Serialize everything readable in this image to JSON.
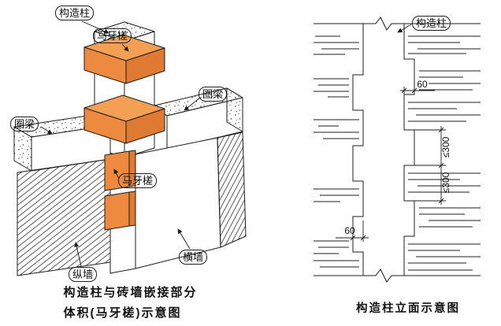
{
  "figures": {
    "left": {
      "labels": {
        "column": "构造柱",
        "toothing_top": "马牙槎",
        "ring_beam_left": "圈梁",
        "ring_beam_right": "圈梁",
        "toothing_mid": "马牙槎",
        "longitudinal_wall": "纵墙",
        "transverse_wall": "横墙"
      },
      "caption_line1": "构造柱与砖墙嵌接部分",
      "caption_line2": "体积(马牙槎)示意图"
    },
    "right": {
      "labels": {
        "column": "构造柱"
      },
      "dimensions": {
        "tooth_depth_top": "60",
        "tooth_depth_bottom": "60",
        "course_height_upper": "≤300",
        "course_height_lower": "≤300"
      },
      "caption": "构造柱立面示意图"
    }
  },
  "colors": {
    "toothing_fill": "#ed8a3f",
    "toothing_fill_light": "#f3a055",
    "toothing_fill_dark": "#de7a32",
    "line": "#1c1c1c",
    "background": "#ffffff"
  }
}
